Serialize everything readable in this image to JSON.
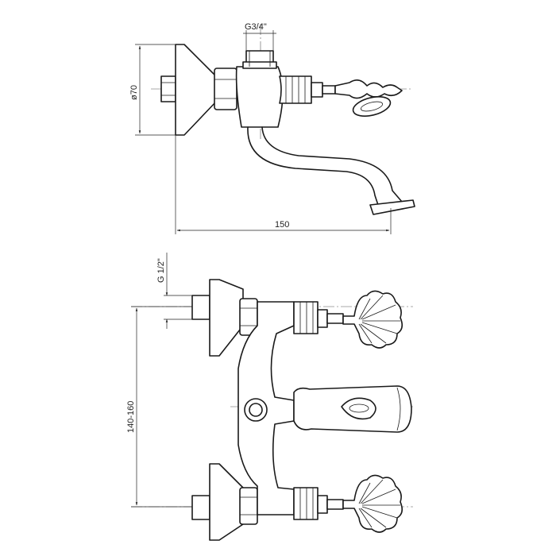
{
  "dimensions": {
    "thread_top": "G3/4\"",
    "diameter": "ø70",
    "length": "150",
    "thread_bottom": "G 1/2\"",
    "spacing": "140-160"
  }
}
